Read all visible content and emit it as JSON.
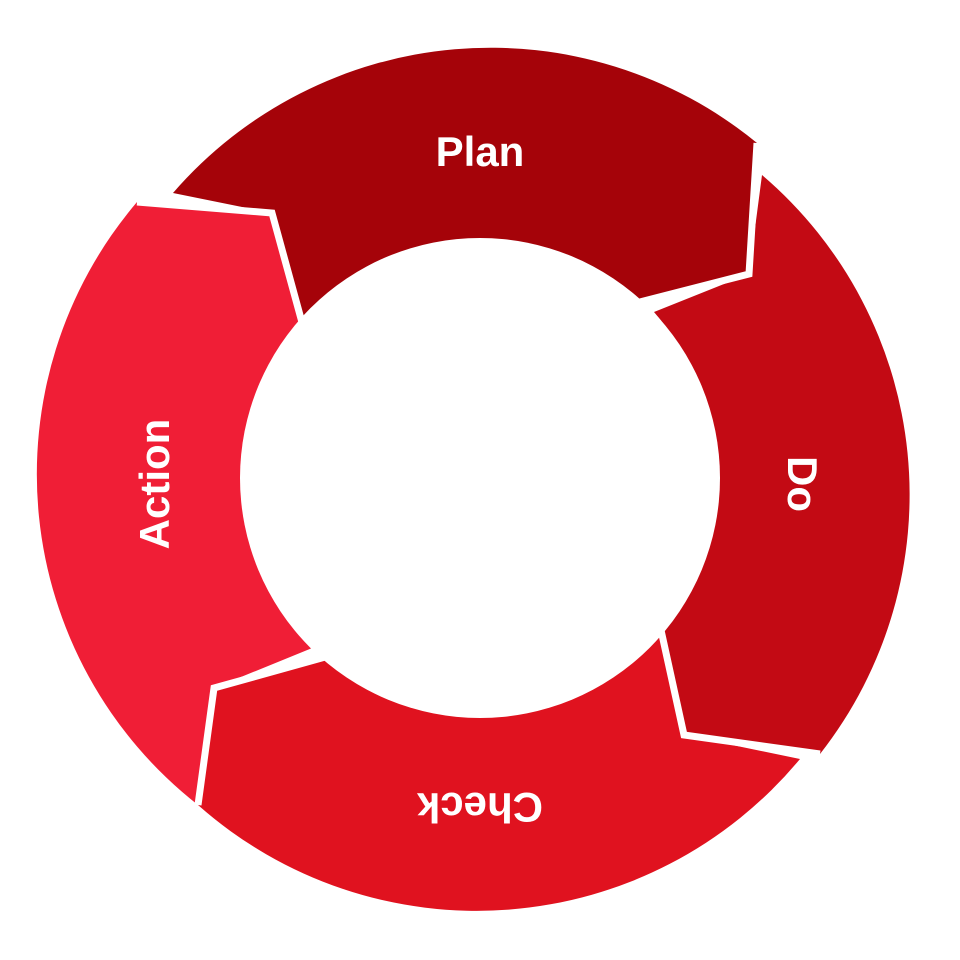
{
  "cycle": {
    "stages": [
      {
        "id": "plan",
        "label": "Plan",
        "color": "#A50309"
      },
      {
        "id": "do",
        "label": "Do",
        "color": "#C30A14"
      },
      {
        "id": "check",
        "label": "Check",
        "color": "#E0121F"
      },
      {
        "id": "action",
        "label": "Action",
        "color": "#F01E36"
      }
    ],
    "background": "#FFFFFF"
  }
}
